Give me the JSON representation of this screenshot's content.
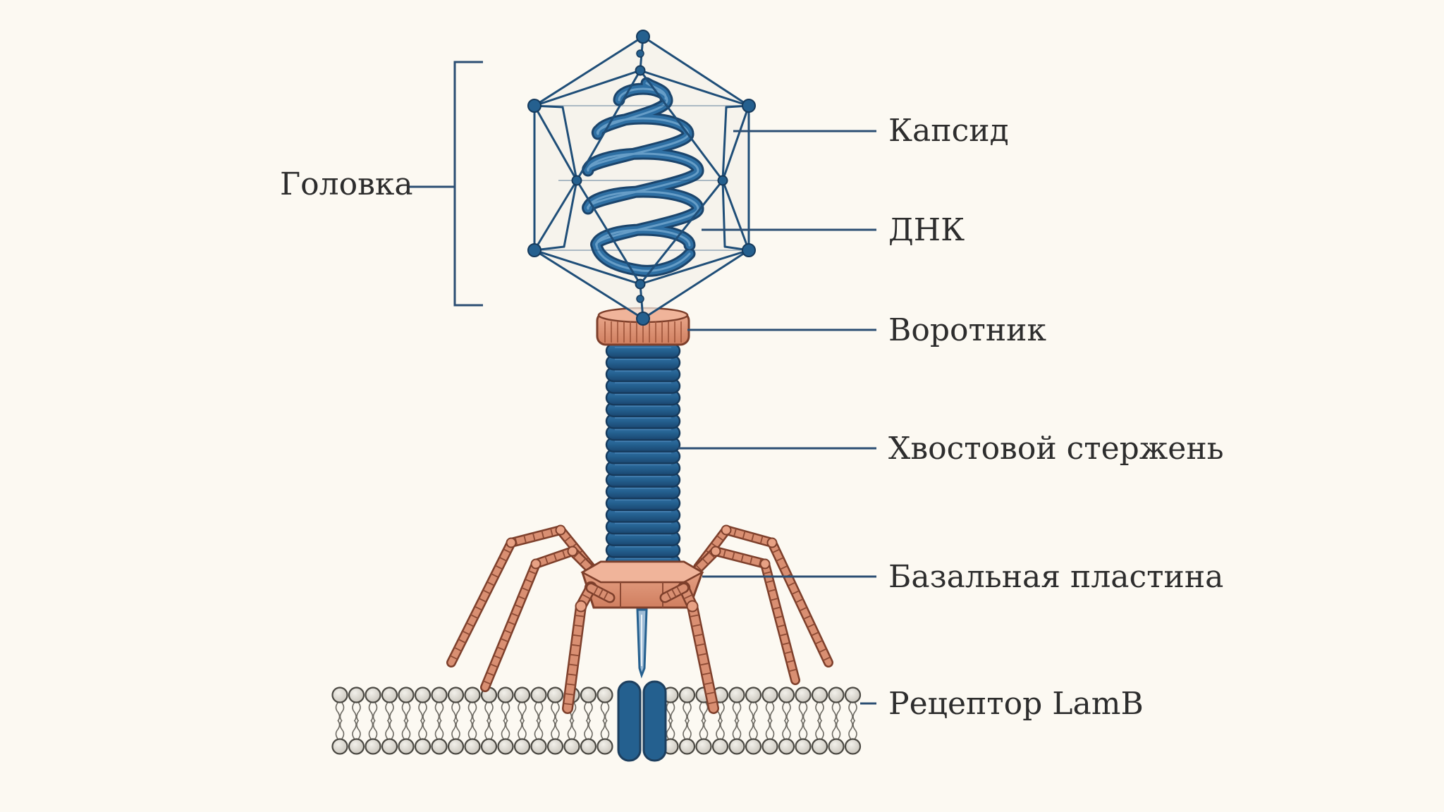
{
  "labels": {
    "head": "Головка",
    "capsid": "Капсид",
    "dna": "ДНК",
    "collar": "Воротник",
    "tail": "Хвостовой стержень",
    "baseplate": "Базальная пластина",
    "receptor": "Рецептор LamB"
  },
  "colors": {
    "background": "#fcf9f2",
    "blue": "#25608f",
    "blue_dark": "#1d3f5f",
    "copper": "#d98f72",
    "copper_dark": "#8c4a34",
    "lipid_head": "#d9d6cf",
    "leader_line": "#2b4e73",
    "text": "#2d2d2d"
  }
}
